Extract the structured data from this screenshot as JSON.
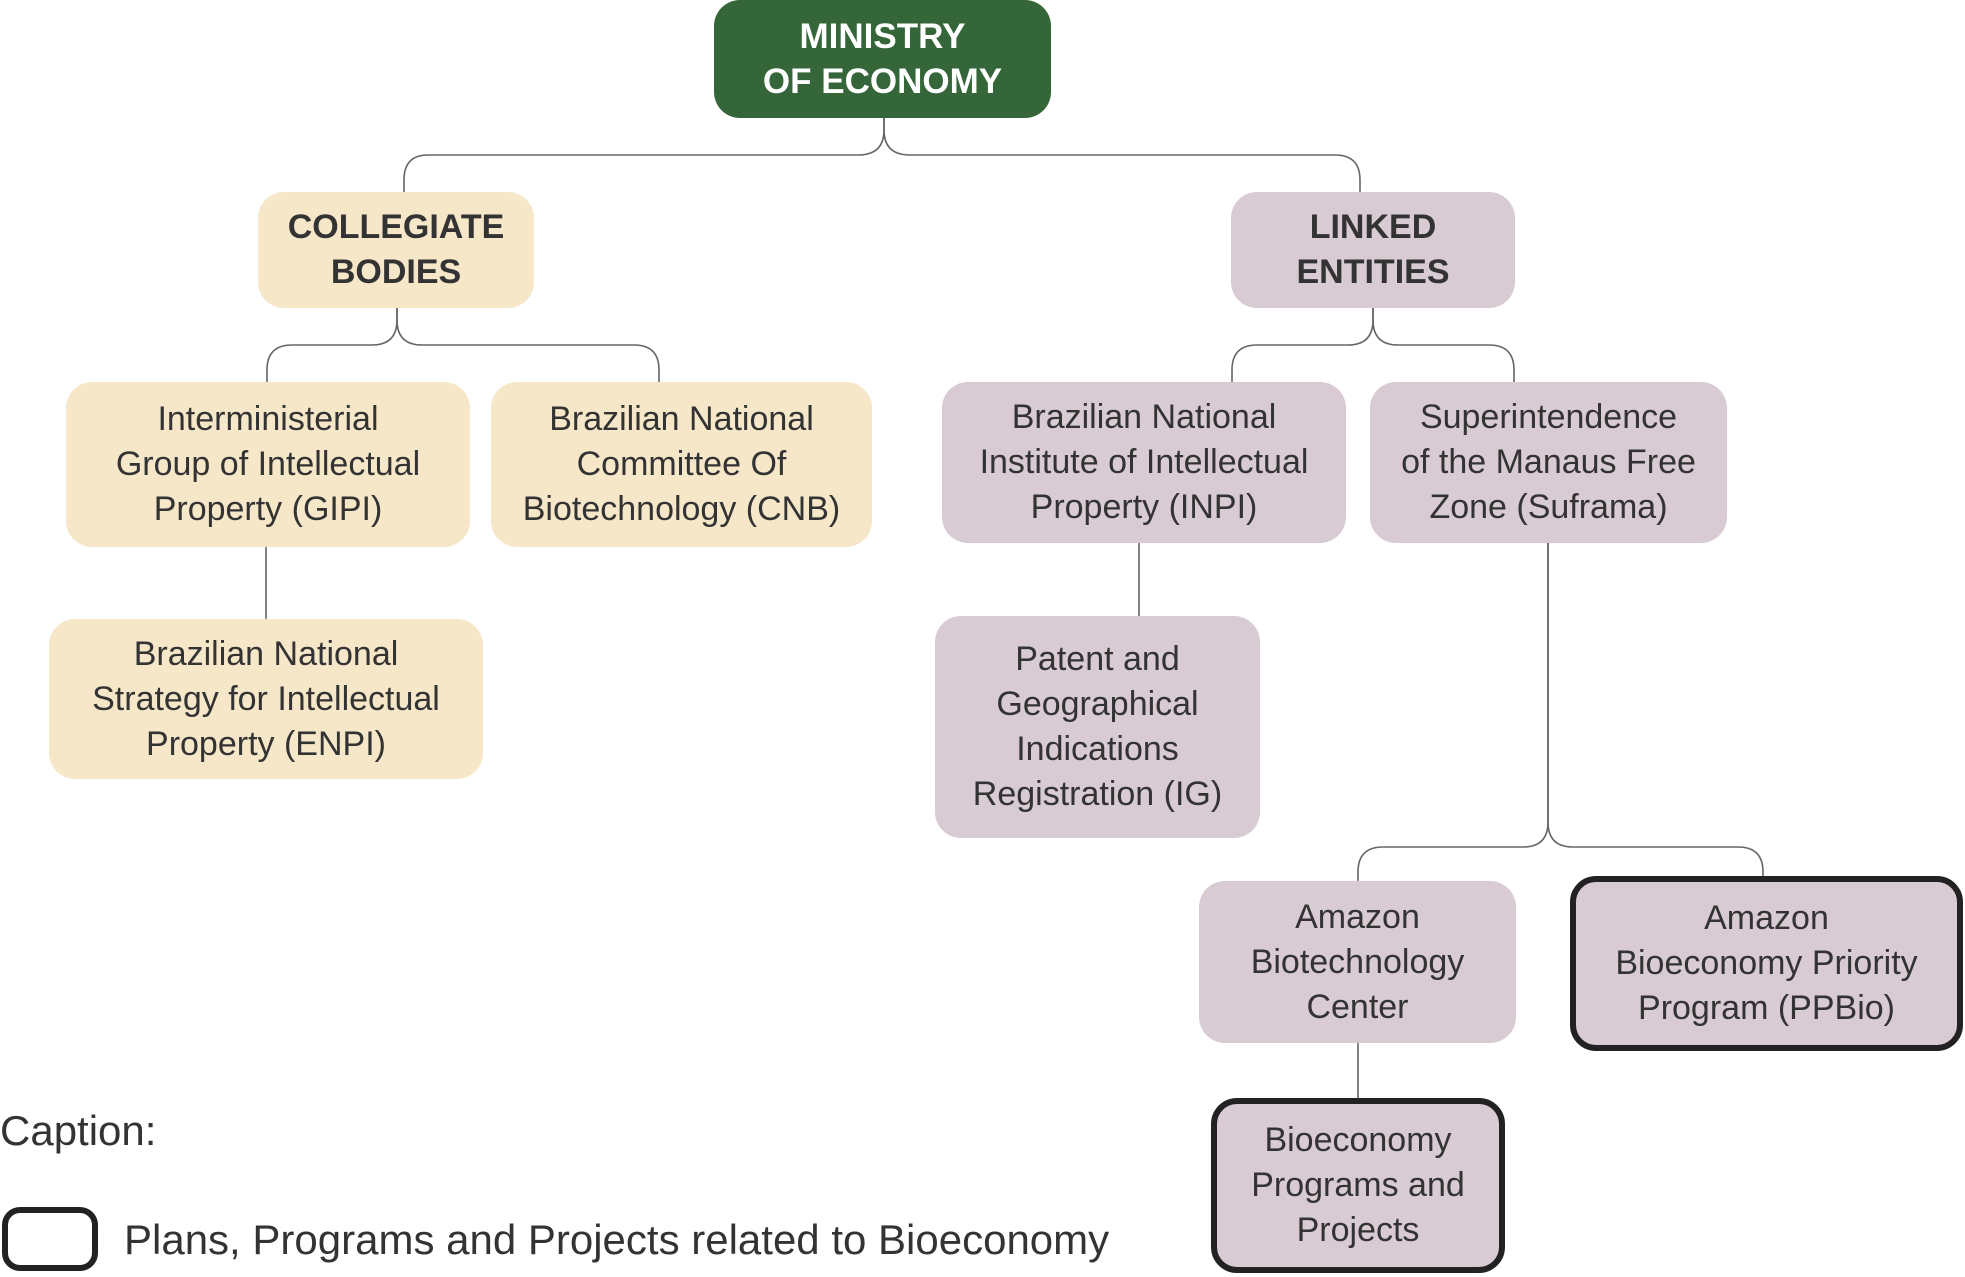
{
  "nodes": {
    "ministry": "MINISTRY\nOF ECONOMY",
    "collegiate": "COLLEGIATE\nBODIES",
    "linked": "LINKED\nENTITIES",
    "gipi": "Interministerial\nGroup of Intellectual\nProperty (GIPI)",
    "cnb": "Brazilian National\nCommittee Of\nBiotechnology (CNB)",
    "enpi": "Brazilian National\nStrategy for Intellectual\nProperty (ENPI)",
    "inpi": "Brazilian National\nInstitute of Intellectual\nProperty (INPI)",
    "suframa": "Superintendence\nof the Manaus Free\nZone (Suframa)",
    "ig": "Patent and\nGeographical\nIndications\nRegistration (IG)",
    "cba": "Amazon\nBiotechnology\nCenter",
    "ppbio": "Amazon\nBioeconomy Priority\nProgram (PPBio)",
    "bioprog": "Bioeconomy\nPrograms and\nProjects"
  },
  "caption": {
    "title": "Caption:",
    "legend": "Plans, Programs and Projects related to Bioeconomy"
  },
  "colors": {
    "root": "#356639",
    "cream": "#f6e7c9",
    "mauve": "#d8cbd3",
    "outline": "#222222",
    "connector": "#666666"
  }
}
